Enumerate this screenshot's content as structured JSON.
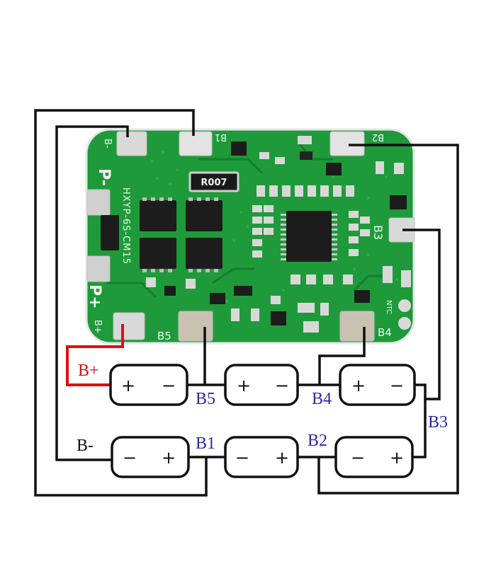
{
  "board": {
    "model_text": "HXYP-6S-CM15",
    "resistor_text": "R007",
    "pad_labels": {
      "b_minus": "B-",
      "b1": "B1",
      "b2": "B2",
      "b3": "B3",
      "b4": "B4",
      "b5": "B5",
      "b_plus": "B+",
      "p_minus": "P-",
      "p_plus": "P+",
      "ntc": "NTC"
    }
  },
  "wiring_labels": {
    "b_plus": "B+",
    "b_minus": "B-",
    "b1": "B1",
    "b2": "B2",
    "b3": "B3",
    "b4": "B4",
    "b5": "B5"
  },
  "cells": {
    "top_row": [
      {
        "left": "+",
        "right": "−"
      },
      {
        "left": "+",
        "right": "−"
      },
      {
        "left": "+",
        "right": "−"
      }
    ],
    "bottom_row": [
      {
        "left": "−",
        "right": "+"
      },
      {
        "left": "−",
        "right": "+"
      },
      {
        "left": "−",
        "right": "+"
      }
    ]
  },
  "colors": {
    "pcb": "#1f9a3a",
    "pcb_dark": "#157a2c",
    "wire": "#111111",
    "b_plus_wire": "#e01010",
    "label_blue": "#2a2aa8",
    "pad": "#d9d9d9"
  }
}
